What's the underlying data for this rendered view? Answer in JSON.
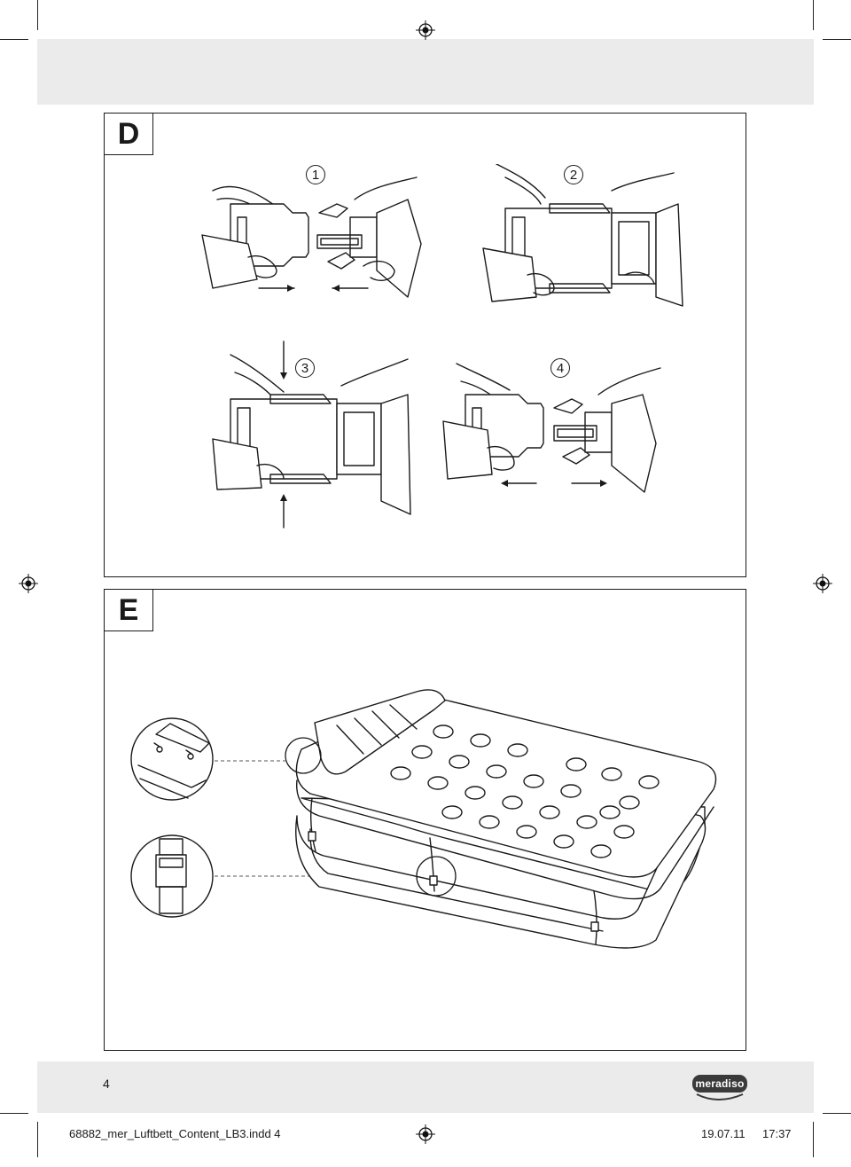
{
  "page": {
    "panels": [
      {
        "label": "D"
      },
      {
        "label": "E"
      }
    ],
    "steps": [
      "1",
      "2",
      "3",
      "4"
    ],
    "page_number": "4",
    "logo": {
      "text": "meradiso",
      "color": "#3a3a3a"
    },
    "footer": {
      "filename": "68882_mer_Luftbett_Content_LB3.indd   4",
      "date": "19.07.11",
      "time": "17:37"
    },
    "colors": {
      "band": "#ebebeb",
      "line": "#1a1a1a"
    }
  }
}
